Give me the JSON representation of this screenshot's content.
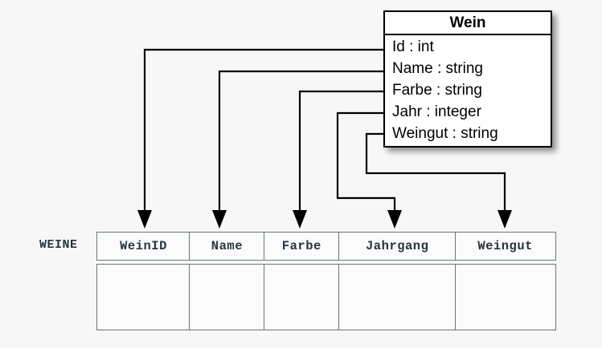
{
  "diagram": {
    "type": "uml-to-relational-mapping",
    "background_color": "#f7f7f7",
    "line_color": "#000000",
    "table_border_color": "#68777c",
    "table_text_color": "#26363c"
  },
  "uml_class": {
    "name": "Wein",
    "attributes": [
      {
        "label": "Id : int",
        "name": "Id",
        "type": "int"
      },
      {
        "label": "Name : string",
        "name": "Name",
        "type": "string"
      },
      {
        "label": "Farbe : string",
        "name": "Farbe",
        "type": "string"
      },
      {
        "label": "Jahr : integer",
        "name": "Jahr",
        "type": "integer"
      },
      {
        "label": "Weingut : string",
        "name": "Weingut",
        "type": "string"
      }
    ]
  },
  "relational_table": {
    "label": "WEINE",
    "columns": [
      "WeinID",
      "Name",
      "Farbe",
      "Jahrgang",
      "Weingut"
    ],
    "rows": [
      [
        "",
        "",
        "",
        "",
        ""
      ]
    ]
  },
  "mappings": [
    {
      "from": "Id",
      "to": "WeinID"
    },
    {
      "from": "Name",
      "to": "Name"
    },
    {
      "from": "Farbe",
      "to": "Farbe"
    },
    {
      "from": "Jahr",
      "to": "Jahrgang"
    },
    {
      "from": "Weingut",
      "to": "Weingut"
    }
  ]
}
